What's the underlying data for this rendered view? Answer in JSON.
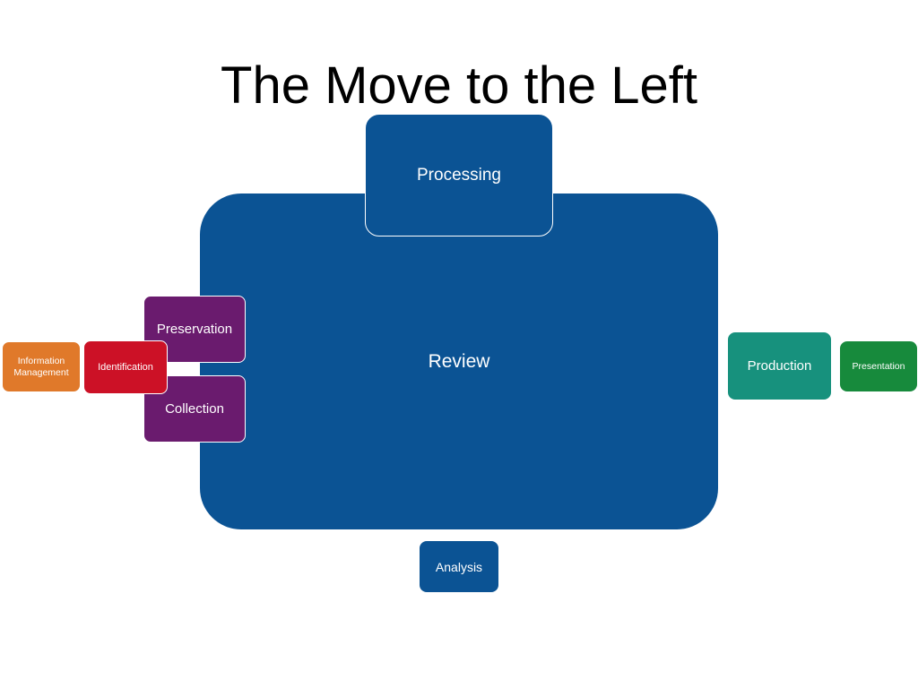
{
  "slide": {
    "title": "The Move to the Left"
  },
  "diagram": {
    "nodes": {
      "review": {
        "label": "Review",
        "color": "#0b5394"
      },
      "processing": {
        "label": "Processing",
        "color": "#0b5394"
      },
      "preservation": {
        "label": "Preservation",
        "color": "#6a1b6e"
      },
      "collection": {
        "label": "Collection",
        "color": "#6a1b6e"
      },
      "information_management": {
        "label_line1": "Information",
        "label_line2": "Management",
        "color": "#e0792a"
      },
      "identification": {
        "label": "Identification",
        "color": "#cc1126"
      },
      "production": {
        "label": "Production",
        "color": "#17917d"
      },
      "presentation": {
        "label": "Presentation",
        "color": "#178a3c"
      },
      "analysis": {
        "label": "Analysis",
        "color": "#0b5394"
      }
    }
  }
}
